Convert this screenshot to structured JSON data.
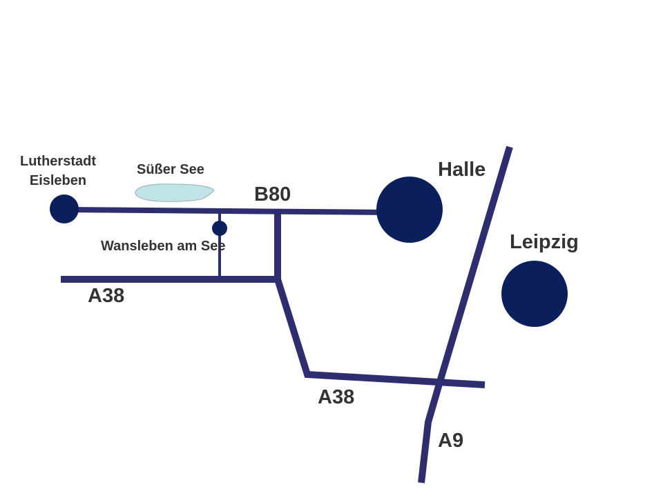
{
  "colors": {
    "road": "#2e2e6e",
    "city": "#0a1f5c",
    "lake_fill": "#bfe3e6",
    "lake_stroke": "#9aaeb8",
    "label": "#333333",
    "background": "#ffffff"
  },
  "places": {
    "eisleben_line1": "Lutherstadt",
    "eisleben_line2": "Eisleben",
    "lake": "Süßer See",
    "wansleben": "Wansleben am See",
    "halle": "Halle",
    "leipzig": "Leipzig"
  },
  "roads": {
    "b80": "B80",
    "a38_west": "A38",
    "a38_east": "A38",
    "a9": "A9"
  },
  "icons": {
    "city_marker": "filled-circle",
    "lake": "lake-shape"
  }
}
